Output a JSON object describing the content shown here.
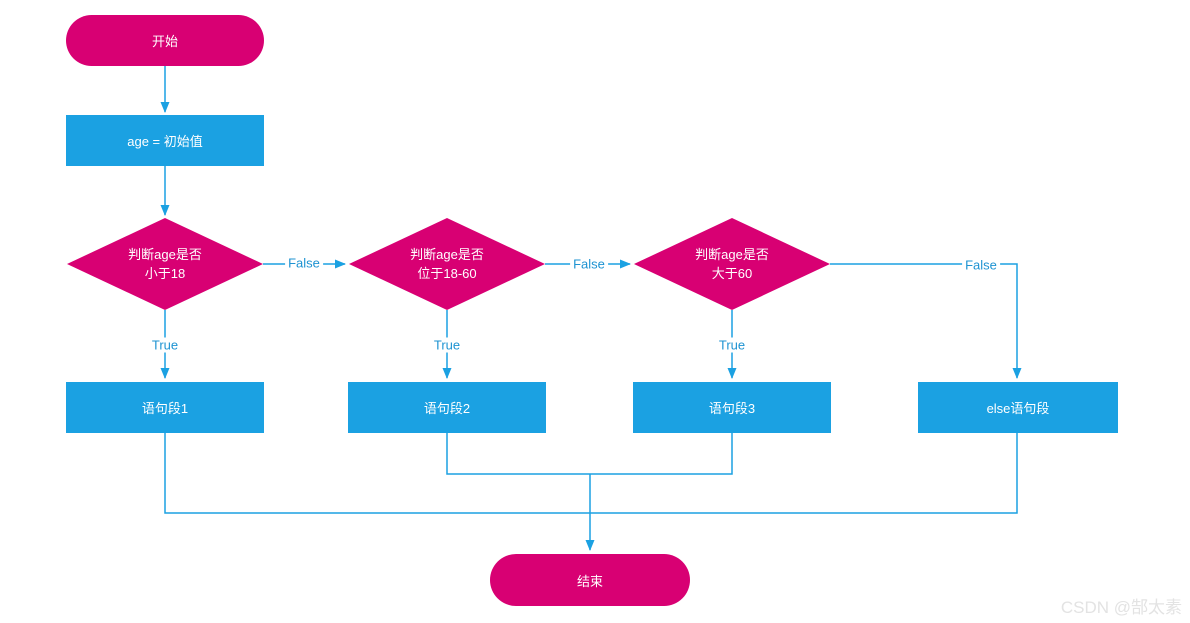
{
  "colors": {
    "accent_pink": "#d80073",
    "accent_blue": "#1ba1e2",
    "label_blue": "#1e93d2",
    "watermark_gray": "#e3e3e3"
  },
  "nodes": {
    "start": {
      "label": "开始"
    },
    "init": {
      "label": "age = 初始值"
    },
    "decision1": {
      "line1": "判断age是否",
      "line2": "小于18"
    },
    "decision2": {
      "line1": "判断age是否",
      "line2": "位于18-60"
    },
    "decision3": {
      "line1": "判断age是否",
      "line2": "大于60"
    },
    "branch1": {
      "label": "语句段1"
    },
    "branch2": {
      "label": "语句段2"
    },
    "branch3": {
      "label": "语句段3"
    },
    "branch_else": {
      "label": "else语句段"
    },
    "end": {
      "label": "结束"
    }
  },
  "edge_labels": {
    "true1": "True",
    "true2": "True",
    "true3": "True",
    "false1": "False",
    "false2": "False",
    "false3": "False"
  },
  "watermark": "CSDN @郜太素"
}
